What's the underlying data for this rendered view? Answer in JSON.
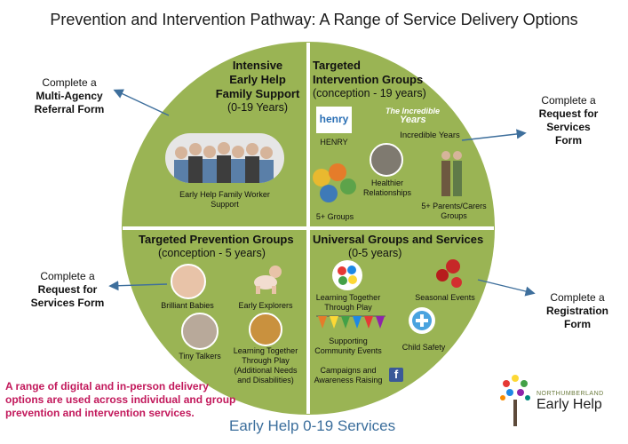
{
  "title": "Prevention and Intervention Pathway: A Range of Service Delivery Options",
  "side_labels": {
    "top_left": {
      "line1": "Complete a",
      "bold": [
        "Multi-Agency",
        "Referral Form"
      ]
    },
    "top_right": {
      "line1": "Complete a",
      "bold": [
        "Request for",
        "Services",
        "Form"
      ]
    },
    "bottom_left": {
      "line1": "Complete a",
      "bold": [
        "Request for",
        "Services Form"
      ]
    },
    "bottom_right": {
      "line1": "Complete a",
      "bold": [
        "Registration",
        "Form"
      ]
    }
  },
  "quadrants": {
    "top_left": {
      "heading": [
        "Intensive",
        "Early Help",
        "Family Support"
      ],
      "sub": "(0-19 Years)",
      "items": [
        {
          "label": [
            "Early Help Family Worker",
            "Support"
          ],
          "icon": "group-photo"
        }
      ]
    },
    "top_right": {
      "heading": [
        "Targeted",
        "Intervention Groups"
      ],
      "sub": "(conception - 19 years)",
      "items": [
        {
          "label": [
            "HENRY"
          ],
          "icon": "henry-logo",
          "logo_text": "henry"
        },
        {
          "label": [
            "Incredible Years"
          ],
          "icon": "incredible-years-logo",
          "logo_text": [
            "The Incredible",
            "Years"
          ]
        },
        {
          "label": [
            "Healthier",
            "Relationships"
          ],
          "icon": "couple-photo"
        },
        {
          "label": [
            "5+ Groups"
          ],
          "icon": "children-group-photo"
        },
        {
          "label": [
            "5+ Parents/Carers",
            "Groups"
          ],
          "icon": "parents-photo"
        }
      ]
    },
    "bottom_left": {
      "heading": [
        "Targeted Prevention Groups"
      ],
      "sub": "(conception - 5 years)",
      "items": [
        {
          "label": [
            "Brilliant Babies"
          ],
          "icon": "baby-photo"
        },
        {
          "label": [
            "Early Explorers"
          ],
          "icon": "crawling-baby-photo"
        },
        {
          "label": [
            "Tiny Talkers"
          ],
          "icon": "toddler-photo"
        },
        {
          "label": [
            "Learning Together",
            "Through Play",
            "(Additional Needs",
            "and Disabilities)"
          ],
          "icon": "child-photo"
        }
      ]
    },
    "bottom_right": {
      "heading": [
        "Universal Groups and Services"
      ],
      "sub": "(0-5 years)",
      "items": [
        {
          "label": [
            "Learning Together",
            "Through Play"
          ],
          "icon": "handprints-icon"
        },
        {
          "label": [
            "Seasonal Events"
          ],
          "icon": "baubles-icon"
        },
        {
          "label": [
            "Supporting",
            "Community Events"
          ],
          "icon": "bunting-icon"
        },
        {
          "label": [
            "Child Safety"
          ],
          "icon": "safety-icon"
        },
        {
          "label": [
            "Campaigns and",
            "Awareness Raising"
          ],
          "icon": "facebook-icon",
          "glyph": "f"
        }
      ]
    }
  },
  "note": "A range of digital and in-person delivery options are used across individual and group prevention and intervention services.",
  "footer": "Early Help 0-19 Services",
  "logo": {
    "small": "NORTHUMBERLAND",
    "big": "Early Help",
    "icon": "tree-logo"
  },
  "colors": {
    "circle": "#9ab454",
    "divider": "#ffffff",
    "arrow": "#3e6f9c",
    "note": "#c2185b",
    "footer": "#3b6e9c"
  }
}
